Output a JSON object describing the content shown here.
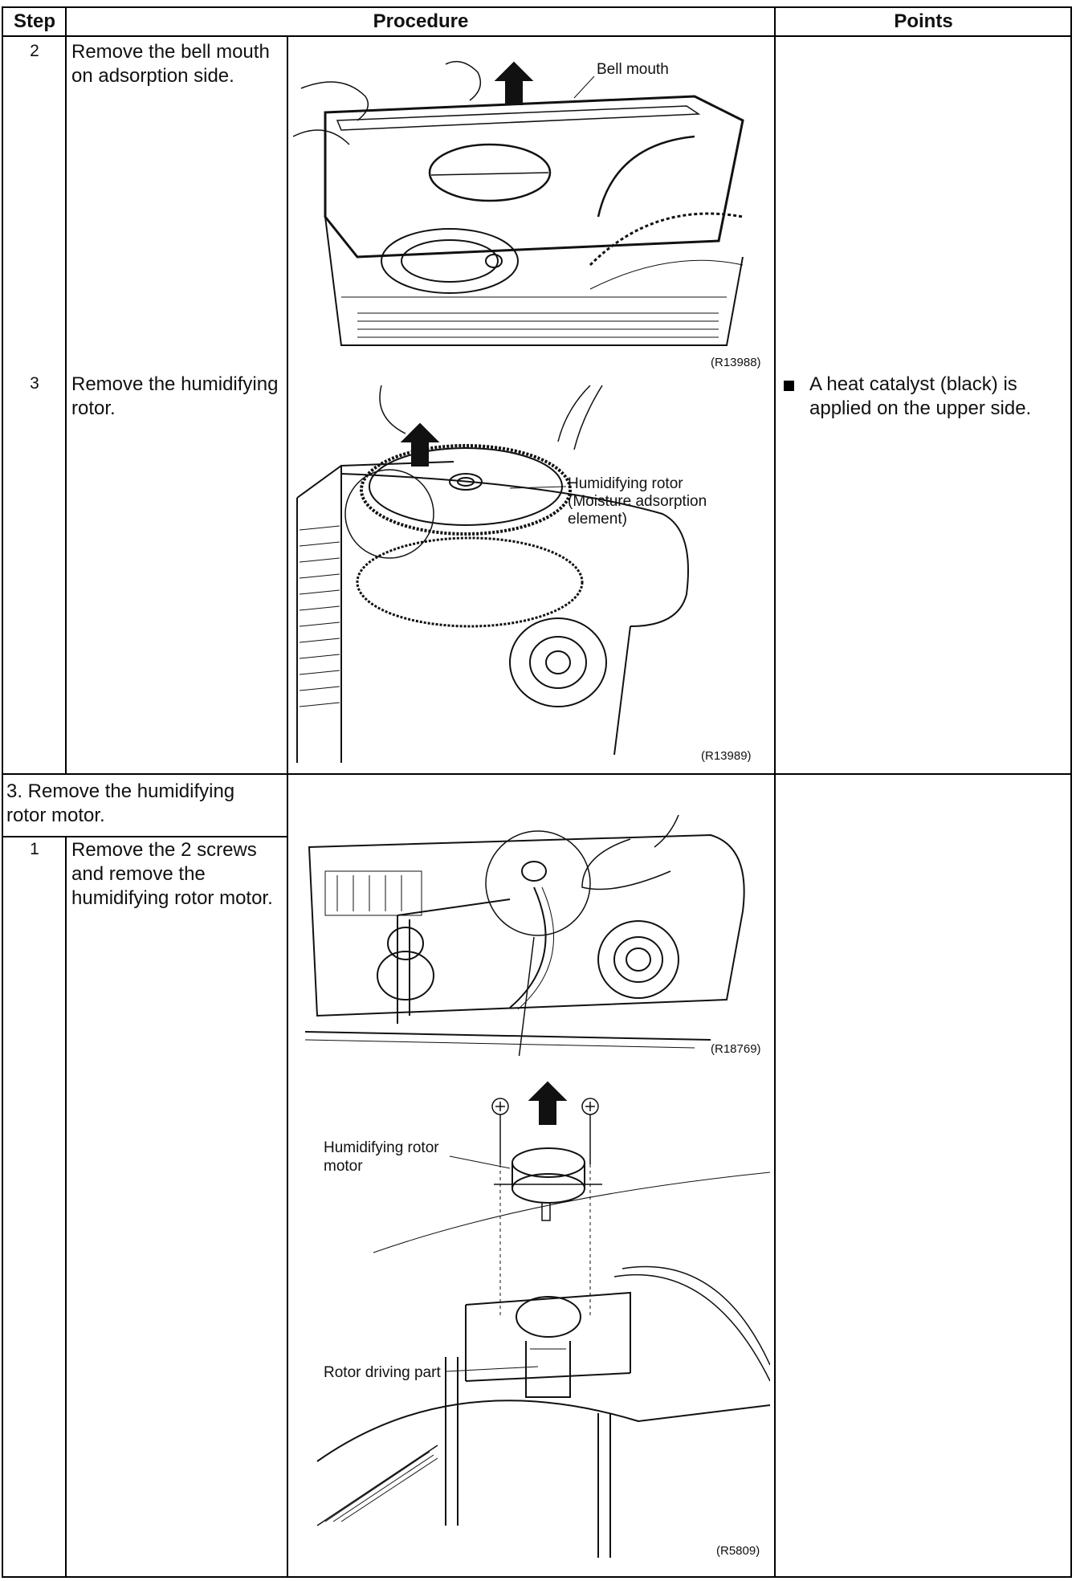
{
  "header": {
    "step": "Step",
    "procedure": "Procedure",
    "points": "Points"
  },
  "steps": [
    {
      "number": "2",
      "text": "Remove the bell mouth on adsorption side."
    },
    {
      "number": "3",
      "text": "Remove the humidifying rotor."
    },
    {
      "number": "1",
      "text": "Remove the 2 screws and remove the humidifying rotor motor."
    }
  ],
  "section": {
    "title": "3.  Remove the humidifying rotor motor."
  },
  "points": [
    {
      "text": "A heat catalyst (black) is applied on the upper side."
    }
  ],
  "figures": {
    "bell_mouth": {
      "label": "Bell mouth",
      "ref": "(R13988)"
    },
    "rotor": {
      "label_line1": "Humidifying rotor",
      "label_line2": "(Moisture adsorption",
      "label_line3": "element)",
      "ref": "(R13989)"
    },
    "motor_top": {
      "ref": "(R18769)"
    },
    "motor_detail": {
      "label_motor_line1": "Humidifying rotor",
      "label_motor_line2": "motor",
      "label_drive": "Rotor driving part",
      "ref": "(R5809)"
    }
  }
}
